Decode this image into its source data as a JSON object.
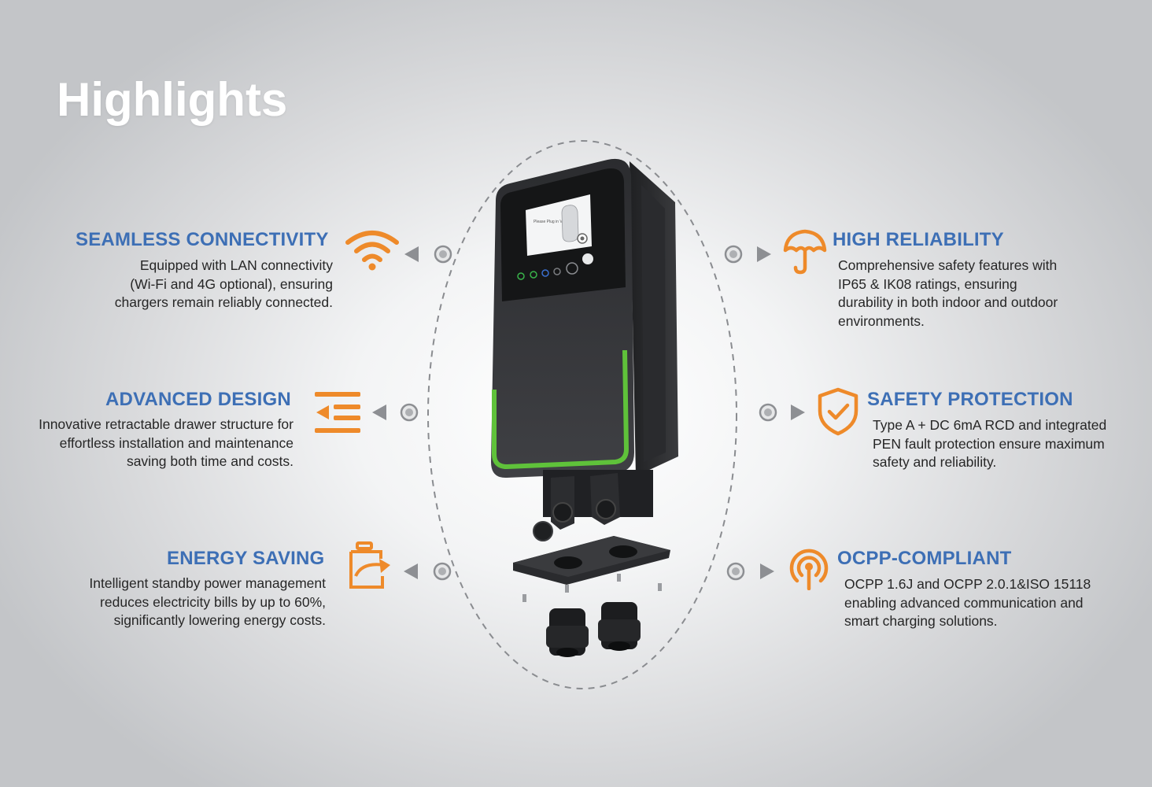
{
  "title": "Highlights",
  "accent_blue": "#3d6fb5",
  "icon_orange": "#ee8a2a",
  "features": {
    "seamless": {
      "heading": "SEAMLESS CONNECTIVITY",
      "description": "Equipped with LAN connectivity\n(Wi-Fi and 4G optional), ensuring\nchargers remain reliably connected.",
      "icon": "wifi-icon"
    },
    "reliability": {
      "heading": "HIGH RELIABILITY",
      "description": "Comprehensive safety features with\nIP65 & IK08 ratings, ensuring\ndurability in both indoor and outdoor\nenvironments.",
      "icon": "umbrella-icon"
    },
    "design": {
      "heading": "ADVANCED DESIGN",
      "description": "Innovative retractable drawer structure for\neffortless installation and maintenance\nsaving both time and costs.",
      "icon": "drawer-icon"
    },
    "safety": {
      "heading": "SAFETY PROTECTION",
      "description": "Type A + DC 6mA RCD and integrated\nPEN fault protection ensure maximum\nsafety and reliability.",
      "icon": "shield-check-icon"
    },
    "energy": {
      "heading": "ENERGY SAVING",
      "description": "Intelligent standby power management\nreduces electricity bills by up to 60%,\nsignificantly lowering energy costs.",
      "icon": "battery-cycle-icon"
    },
    "ocpp": {
      "heading": "OCPP-COMPLIANT",
      "description": "OCPP 1.6J and OCPP 2.0.1&ISO 15118\nenabling advanced communication and\nsmart charging solutions.",
      "icon": "signal-tower-icon"
    }
  }
}
